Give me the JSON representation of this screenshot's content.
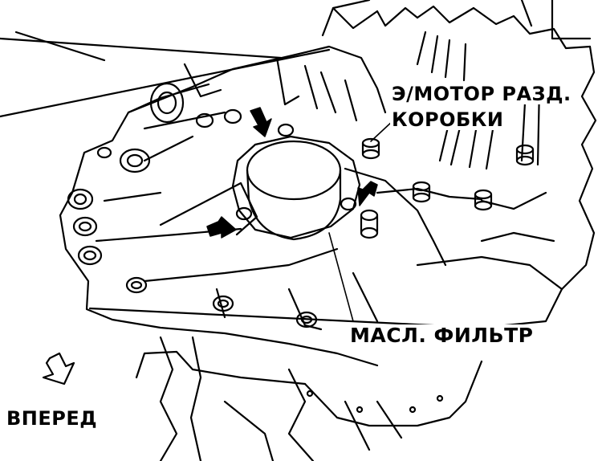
{
  "labels": {
    "motor_line1": "Э/МОТОР РАЗД.",
    "motor_line2": "КОРОБКИ",
    "oil_filter": "МАСЛ. ФИЛЬТР",
    "forward": "ВПЕРЕД"
  },
  "icons": {
    "forward_arrow": "arrow-down-left-icon",
    "bolt_pointer": "solid-arrow-icon"
  },
  "colors": {
    "ink": "#000000",
    "paper": "#ffffff"
  }
}
